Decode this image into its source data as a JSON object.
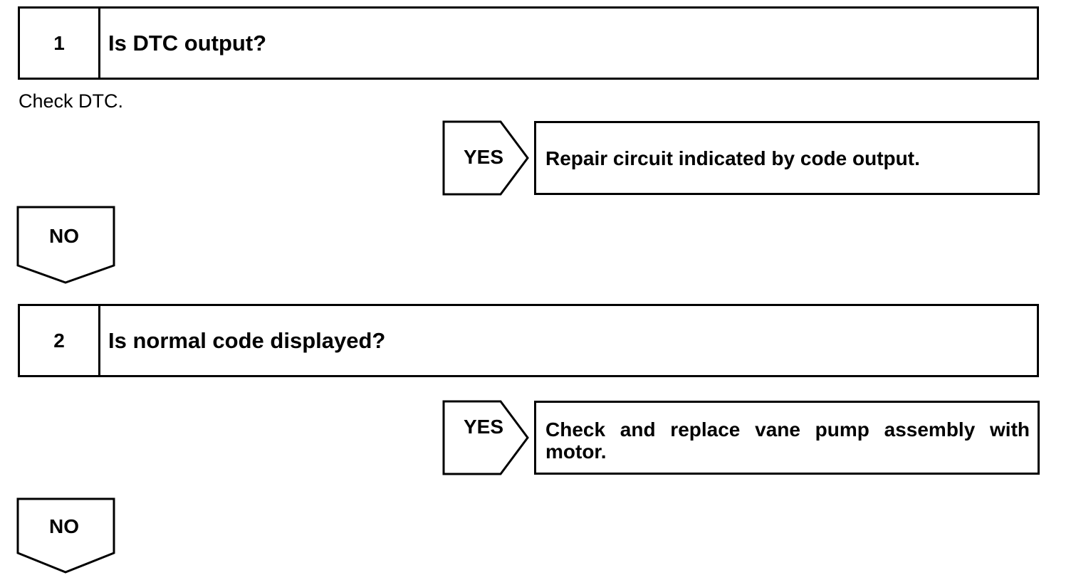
{
  "steps": [
    {
      "number": "1",
      "question": "Is DTC output?",
      "note": "Check DTC.",
      "yes_label": "YES",
      "yes_result": "Repair circuit indicated by code output.",
      "no_label": "NO"
    },
    {
      "number": "2",
      "question": "Is normal code displayed?",
      "yes_label": "YES",
      "yes_result": "Check and replace vane pump assembly with motor.",
      "no_label": "NO"
    }
  ]
}
